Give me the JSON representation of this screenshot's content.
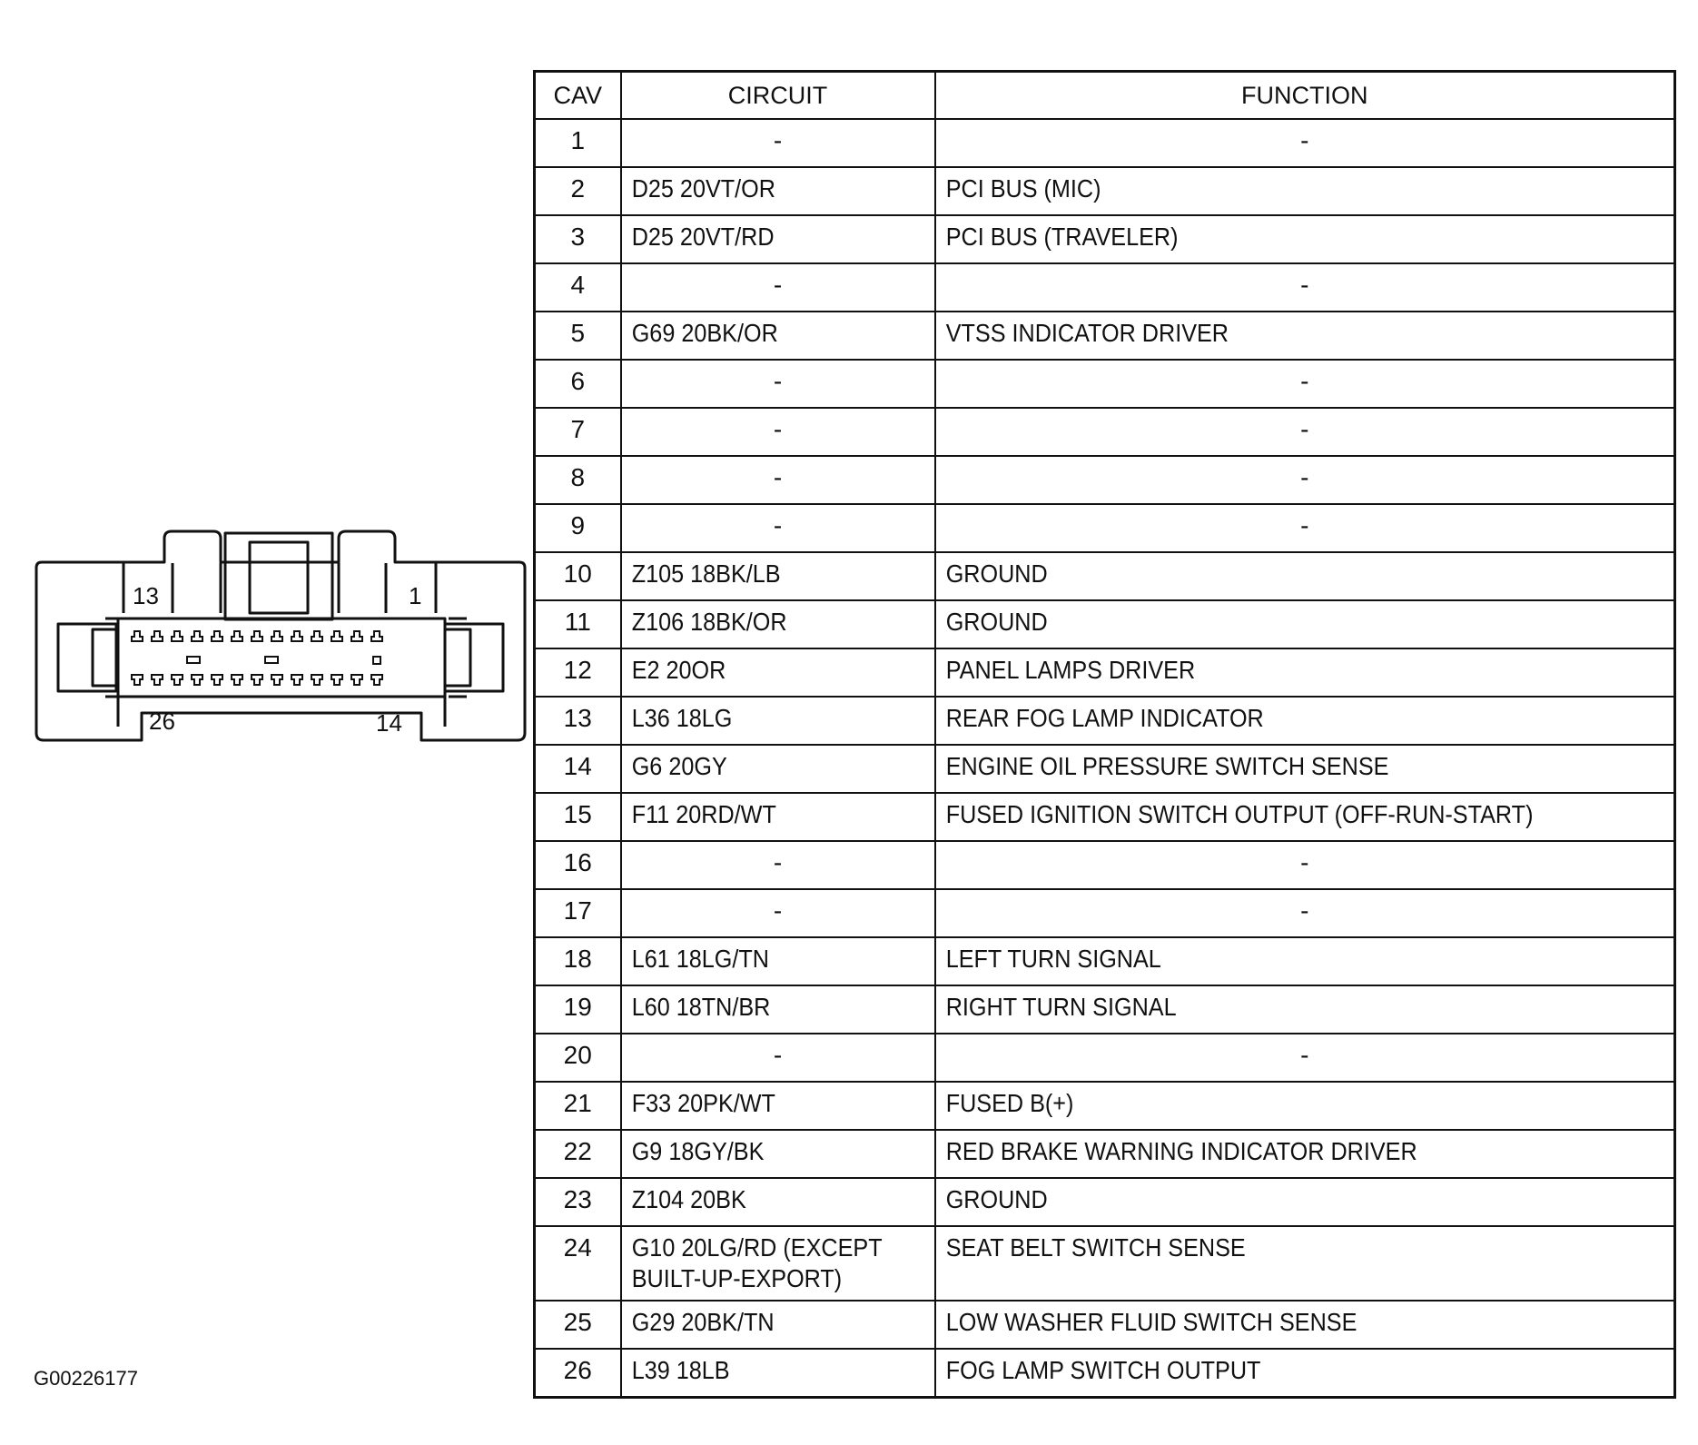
{
  "connector": {
    "top_left_pin": "13",
    "top_right_pin": "1",
    "bottom_left_pin": "26",
    "bottom_right_pin": "14",
    "top_row_pin_count": 13,
    "bottom_row_pin_count": 13
  },
  "table": {
    "headers": [
      "CAV",
      "CIRCUIT",
      "FUNCTION"
    ],
    "rows": [
      {
        "cav": "1",
        "circuit": "-",
        "function": "-"
      },
      {
        "cav": "2",
        "circuit": "D25 20VT/OR",
        "function": "PCI BUS (MIC)"
      },
      {
        "cav": "3",
        "circuit": "D25 20VT/RD",
        "function": "PCI BUS (TRAVELER)"
      },
      {
        "cav": "4",
        "circuit": "-",
        "function": "-"
      },
      {
        "cav": "5",
        "circuit": "G69 20BK/OR",
        "function": "VTSS INDICATOR DRIVER"
      },
      {
        "cav": "6",
        "circuit": "-",
        "function": "-"
      },
      {
        "cav": "7",
        "circuit": "-",
        "function": "-"
      },
      {
        "cav": "8",
        "circuit": "-",
        "function": "-"
      },
      {
        "cav": "9",
        "circuit": "-",
        "function": "-"
      },
      {
        "cav": "10",
        "circuit": "Z105 18BK/LB",
        "function": "GROUND"
      },
      {
        "cav": "11",
        "circuit": "Z106 18BK/OR",
        "function": "GROUND"
      },
      {
        "cav": "12",
        "circuit": "E2 20OR",
        "function": "PANEL LAMPS DRIVER"
      },
      {
        "cav": "13",
        "circuit": "L36 18LG",
        "function": "REAR FOG LAMP INDICATOR"
      },
      {
        "cav": "14",
        "circuit": "G6 20GY",
        "function": "ENGINE OIL PRESSURE SWITCH SENSE"
      },
      {
        "cav": "15",
        "circuit": "F11 20RD/WT",
        "function": "FUSED IGNITION SWITCH OUTPUT (OFF-RUN-START)"
      },
      {
        "cav": "16",
        "circuit": "-",
        "function": "-"
      },
      {
        "cav": "17",
        "circuit": "-",
        "function": "-"
      },
      {
        "cav": "18",
        "circuit": "L61 18LG/TN",
        "function": "LEFT TURN SIGNAL"
      },
      {
        "cav": "19",
        "circuit": "L60 18TN/BR",
        "function": "RIGHT TURN SIGNAL"
      },
      {
        "cav": "20",
        "circuit": "-",
        "function": "-"
      },
      {
        "cav": "21",
        "circuit": "F33 20PK/WT",
        "function": "FUSED B(+)"
      },
      {
        "cav": "22",
        "circuit": "G9 18GY/BK",
        "function": "RED BRAKE WARNING INDICATOR DRIVER"
      },
      {
        "cav": "23",
        "circuit": "Z104 20BK",
        "function": "GROUND"
      },
      {
        "cav": "24",
        "circuit": "G10 20LG/RD (EXCEPT\nBUILT-UP-EXPORT)",
        "function": "SEAT BELT SWITCH SENSE"
      },
      {
        "cav": "25",
        "circuit": "G29 20BK/TN",
        "function": "LOW WASHER FLUID SWITCH SENSE"
      },
      {
        "cav": "26",
        "circuit": "L39 18LB",
        "function": "FOG LAMP SWITCH OUTPUT"
      }
    ]
  },
  "figure_id": "G00226177"
}
